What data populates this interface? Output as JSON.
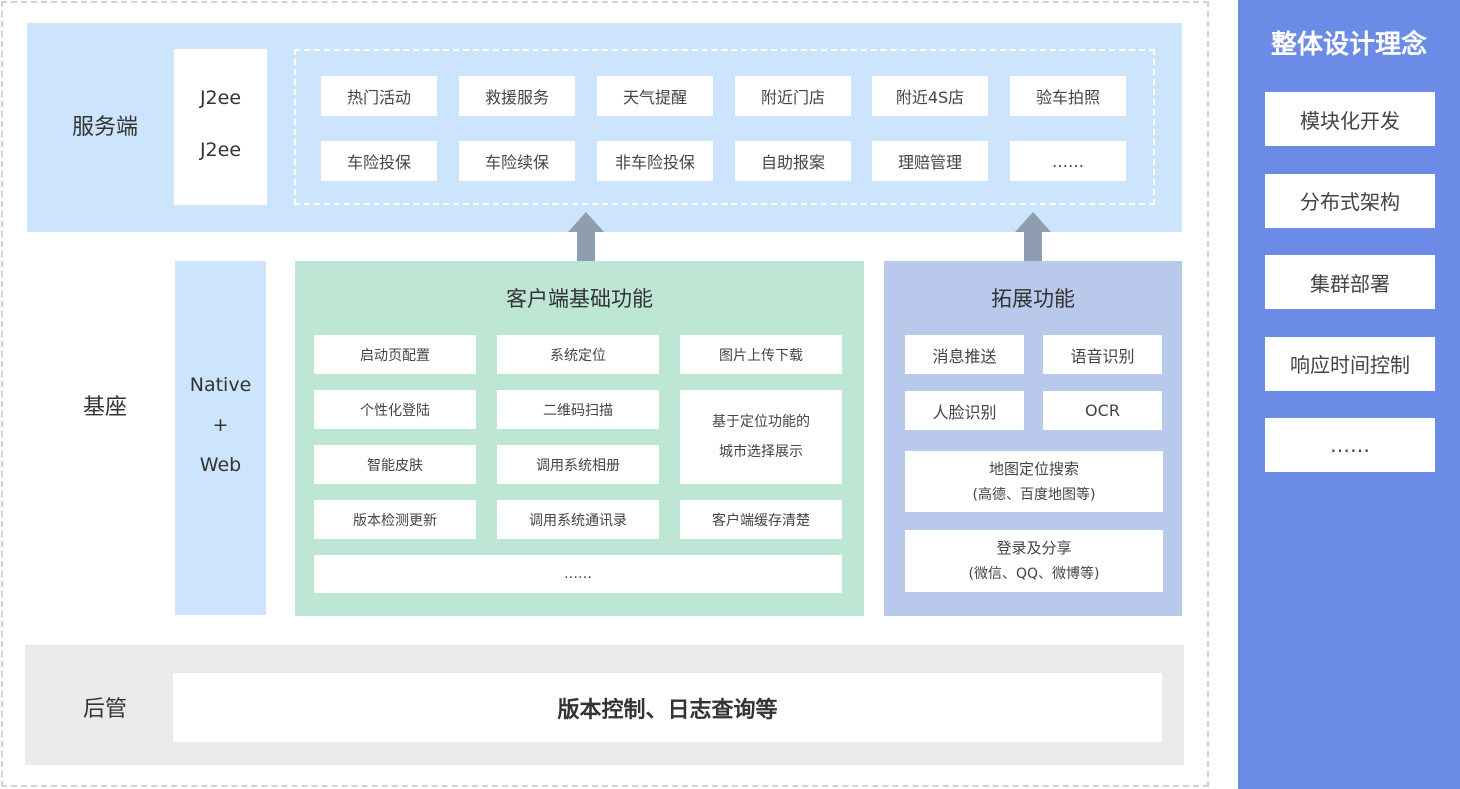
{
  "service": {
    "label": "服务端",
    "tech": [
      "J2ee",
      "J2ee"
    ],
    "items": [
      "热门活动",
      "救援服务",
      "天气提醒",
      "附近门店",
      "附近4S店",
      "验车拍照",
      "车险投保",
      "车险续保",
      "非车险投保",
      "自助报案",
      "理赔管理",
      "……"
    ]
  },
  "base": {
    "label": "基座",
    "platform": [
      "Native",
      "+",
      "Web"
    ],
    "client": {
      "title": "客户端基础功能",
      "items": [
        "启动页配置",
        "系统定位",
        "图片上传下载",
        "个性化登陆",
        "二维码扫描",
        "智能皮肤",
        "调用系统相册",
        "版本检测更新",
        "调用系统通讯录",
        "客户端缓存清楚"
      ],
      "city": [
        "基于定位功能的",
        "城市选择展示"
      ],
      "more": "……"
    },
    "ext": {
      "title": "拓展功能",
      "items": [
        "消息推送",
        "语音识别",
        "人脸识别",
        "OCR"
      ],
      "map": [
        "地图定位搜索",
        "(高德、百度地图等)"
      ],
      "login": [
        "登录及分享",
        "(微信、QQ、微博等)"
      ]
    }
  },
  "admin": {
    "label": "后管",
    "content": "版本控制、日志查询等"
  },
  "concept": {
    "title": "整体设计理念",
    "items": [
      "模块化开发",
      "分布式架构",
      "集群部署",
      "响应时间控制",
      "……"
    ]
  },
  "colors": {
    "service": "#cde5fc",
    "client": "#bde6d5",
    "ext": "#b8c9ec",
    "admin": "#eaeaea",
    "panel": "#6c8be6",
    "arrow": "#8e9db0"
  }
}
